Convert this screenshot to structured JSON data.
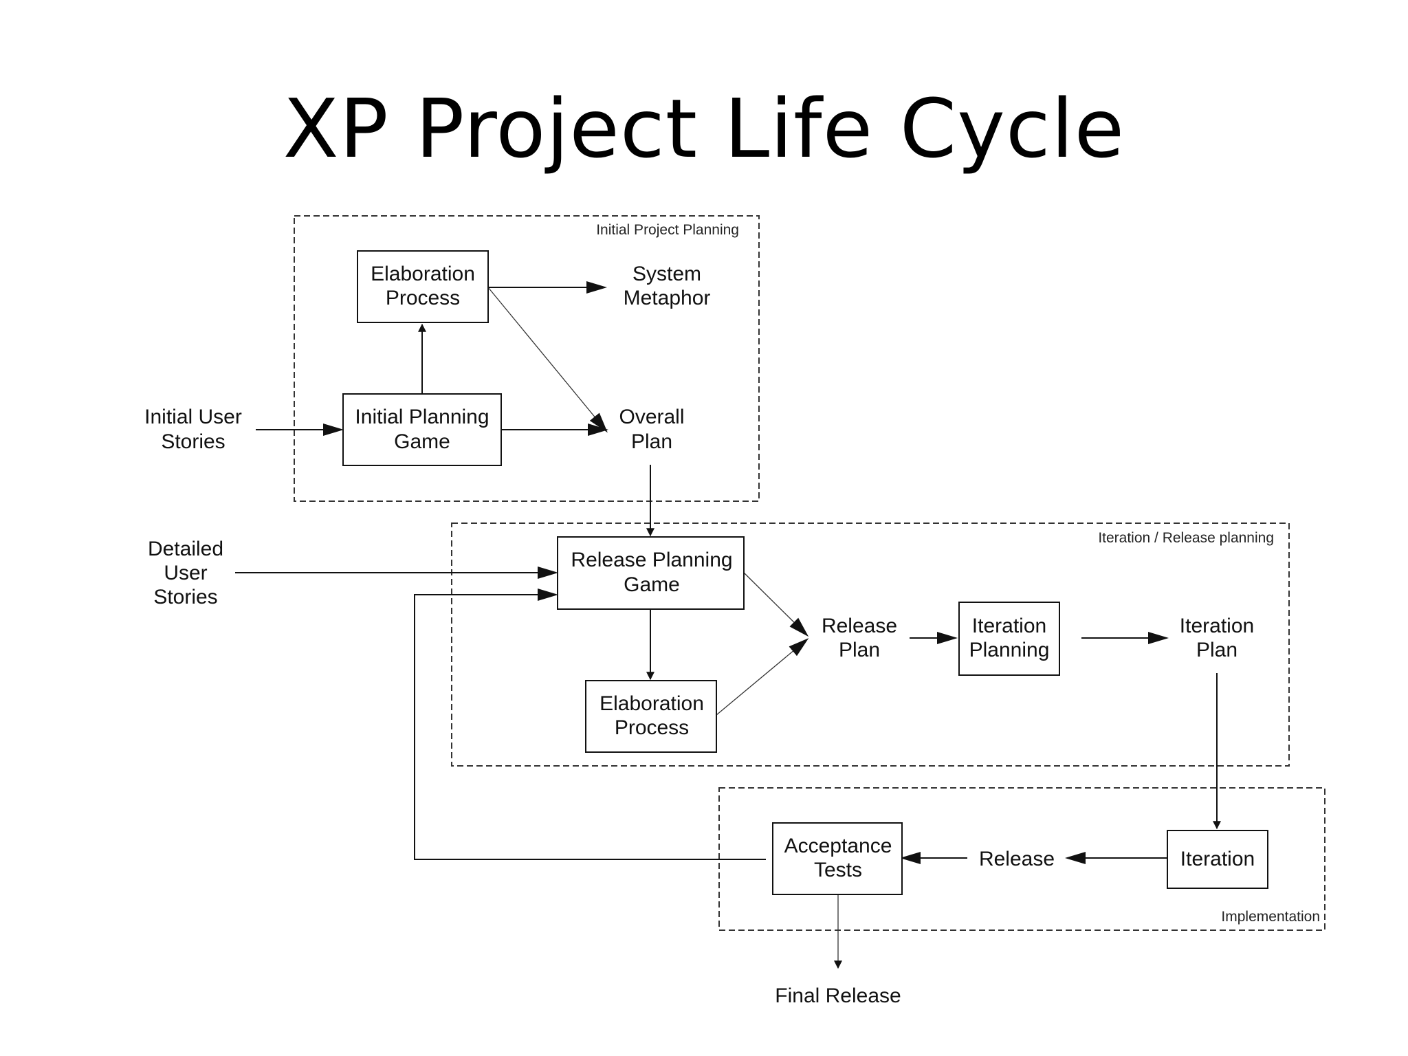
{
  "title": "XP Project Life Cycle",
  "groups": {
    "initial_project_planning": "Initial Project Planning",
    "iteration_release_planning": "Iteration / Release planning",
    "implementation": "Implementation"
  },
  "nodes": {
    "elaboration_process_1": [
      "Elaboration",
      "Process"
    ],
    "system_metaphor": [
      "System",
      "Metaphor"
    ],
    "initial_user_stories": [
      "Initial User",
      "Stories"
    ],
    "initial_planning_game": [
      "Initial Planning",
      "Game"
    ],
    "overall_plan": [
      "Overall",
      "Plan"
    ],
    "detailed_user_stories": [
      "Detailed",
      "User",
      "Stories"
    ],
    "release_planning_game": [
      "Release Planning",
      "Game"
    ],
    "elaboration_process_2": [
      "Elaboration",
      "Process"
    ],
    "release_plan": [
      "Release",
      "Plan"
    ],
    "iteration_planning": [
      "Iteration",
      "Planning"
    ],
    "iteration_plan": [
      "Iteration",
      "Plan"
    ],
    "acceptance_tests": [
      "Acceptance",
      "Tests"
    ],
    "release": [
      "Release"
    ],
    "iteration": [
      "Iteration"
    ],
    "final_release": [
      "Final Release"
    ]
  }
}
